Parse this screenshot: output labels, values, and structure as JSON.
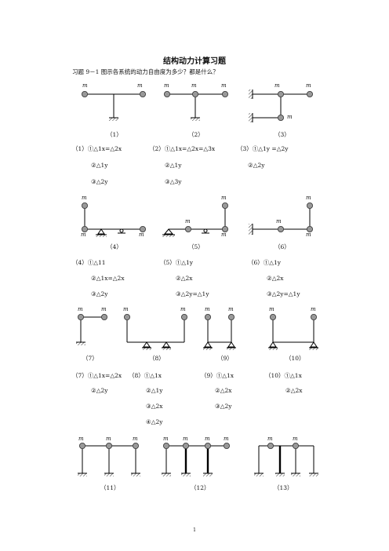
{
  "title": "结构动力计算习题",
  "question": "习题 9－1 图示各系统的动力自由度为多少？都是什么？",
  "mass_label": "m",
  "captions": [
    "（1）",
    "（2）",
    "（3）",
    "（4）",
    "（5）",
    "（6）",
    "（7）",
    "（8）",
    "（9）",
    "（10）",
    "（11）",
    "（12）",
    "（13）"
  ],
  "answers": {
    "a1": [
      "（1）①△1x=△2x",
      "②△1y",
      "③△2y"
    ],
    "a2": [
      "（2）①△1x=△2x=△3x",
      "②△1y",
      "③△3y"
    ],
    "a3": [
      "（3）①△1y =△2y",
      "②△2y"
    ],
    "a4": [
      "（4）①△11",
      "②△1x=△2x",
      "③△2y"
    ],
    "a5": [
      "（5）①△1y",
      "②△2x",
      "③△2y=△1y"
    ],
    "a6": [
      "（6）①△1y",
      "②△2x",
      "③△2y=△1y"
    ],
    "a7": [
      "（7）①△1x=△2x",
      "②△2y"
    ],
    "a8": [
      "（8）①△1x",
      "②△1y",
      "③△2x",
      "④△2y"
    ],
    "a9": [
      "（9）①△1x",
      "②△2x",
      "③△2y"
    ],
    "a10": [
      "（10）①△1x",
      "②△2x"
    ]
  },
  "page_number": "1"
}
